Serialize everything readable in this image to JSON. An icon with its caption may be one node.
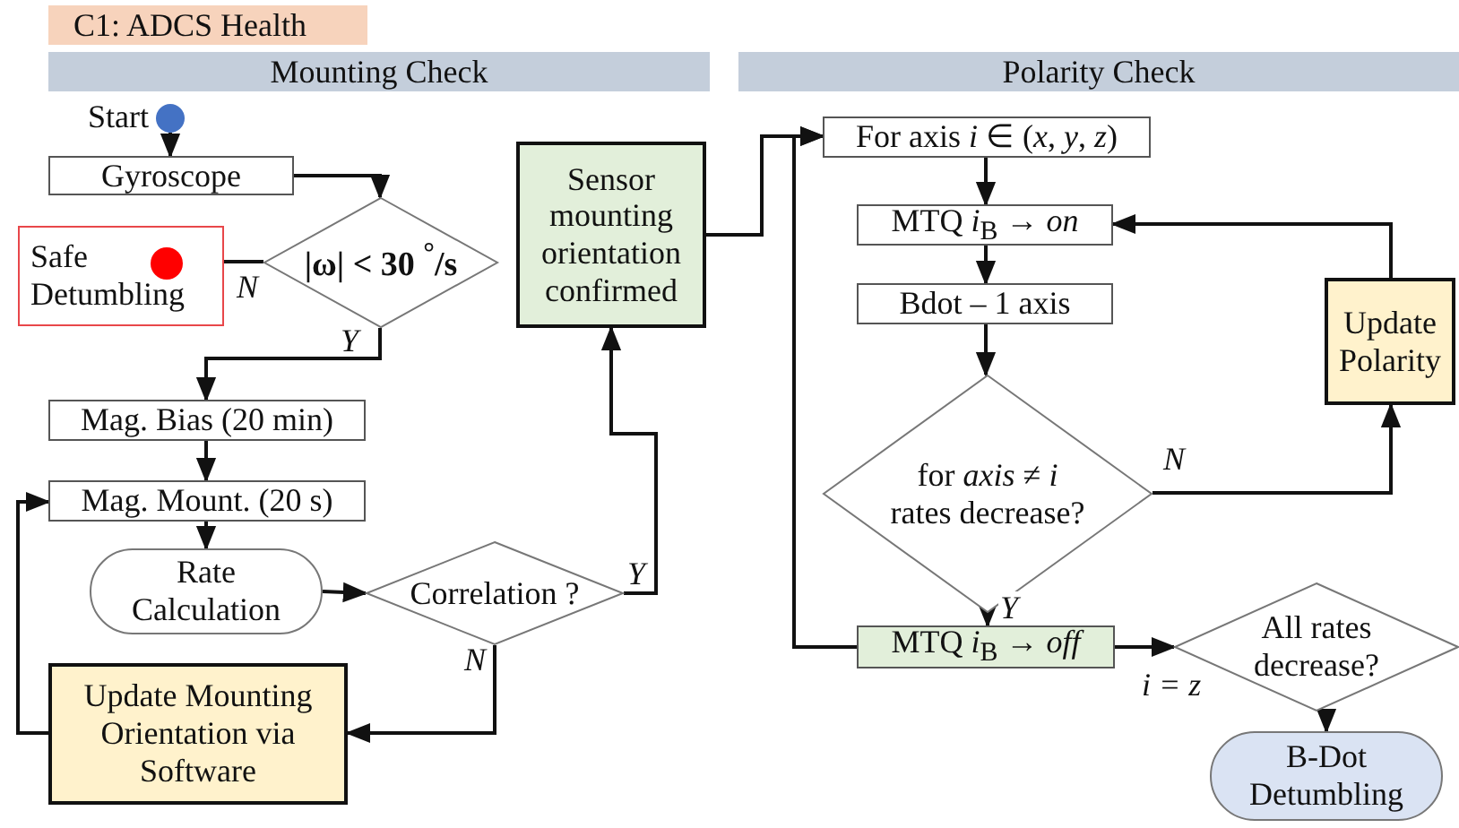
{
  "diagram": {
    "title": "C1: ADCS Health",
    "nodes": [
      {
        "text": [
          "Mounting Check"
        ]
      },
      {
        "text": [
          "Polarity Check"
        ]
      },
      {
        "text": [],
        "shape": "circle",
        "beside": [
          "Start"
        ]
      },
      {
        "text": [
          "Gyroscope"
        ]
      },
      {
        "text": [
          "|ω| < 30 $^{°}$/s"
        ]
      },
      {
        "text": [
          "Safe Detumbling"
        ]
      },
      {
        "text": [],
        "shape": "circle",
        "in": 5
      },
      {
        "text": [
          "Mag. Bias (20 min)"
        ]
      },
      {
        "text": [
          "Mag. Mount. (20 s)"
        ]
      },
      {
        "text": [
          "Rate Calculation"
        ]
      },
      {
        "text": [
          "Correlation ?"
        ]
      },
      {
        "text": [
          "Update Mounting Orientation via Software"
        ]
      },
      {
        "text": [
          "Sensor mounting orientation confirmed"
        ]
      },
      {
        "text": [
          "For axis *i* ∈ (*x*, *y*, *z*)"
        ]
      },
      {
        "text": [
          "MTQ *i*$_{B}$ → *on*"
        ]
      },
      {
        "text": [
          "Bdot – 1 axis"
        ]
      },
      {
        "text": [
          "for *axis* ≠ *i* rates decrease?"
        ]
      },
      {
        "text": [
          "Update Polarity"
        ]
      },
      {
        "text": [
          "MTQ *i*$_{B}$ → *off*"
        ]
      },
      {
        "text": [
          "All rates decrease?"
        ]
      },
      {
        "text": [
          "B-Dot Detumbling"
        ]
      }
    ],
    "edges": [
      {
        "from": 2,
        "to": 3,
        "arrow": "to"
      },
      {
        "from": 3,
        "to": 4,
        "arrow": "to"
      },
      {
        "from": 4,
        "to": 6,
        "arrow": "to",
        "label": "N"
      },
      {
        "from": 4,
        "to": 7,
        "arrow": "to",
        "label": "Y"
      },
      {
        "from": 7,
        "to": 8,
        "arrow": "to"
      },
      {
        "from": 8,
        "to": 9,
        "arrow": "to"
      },
      {
        "from": 9,
        "to": 10,
        "arrow": "to"
      },
      {
        "from": 10,
        "to": 11,
        "arrow": "to",
        "label": "N"
      },
      {
        "from": 11,
        "to": 8,
        "arrow": "to"
      },
      {
        "from": 10,
        "to": 12,
        "arrow": "to",
        "label": "Y"
      },
      {
        "from": 12,
        "to": 13,
        "arrow": "to"
      },
      {
        "from": 18,
        "to": 13,
        "arrow": "to"
      },
      {
        "from": 13,
        "to": 14,
        "arrow": "to"
      },
      {
        "from": 14,
        "to": 15,
        "arrow": "to"
      },
      {
        "from": 15,
        "to": 16,
        "arrow": "to"
      },
      {
        "from": 16,
        "to": 17,
        "arrow": "to",
        "label": "N"
      },
      {
        "from": 17,
        "to": 14,
        "arrow": "to"
      },
      {
        "from": 16,
        "to": 18,
        "arrow": "to",
        "label": "Y"
      },
      {
        "from": 18,
        "to": 19,
        "arrow": "to",
        "label": "i = z"
      },
      {
        "from": 19,
        "to": 20,
        "arrow": "to"
      }
    ]
  }
}
